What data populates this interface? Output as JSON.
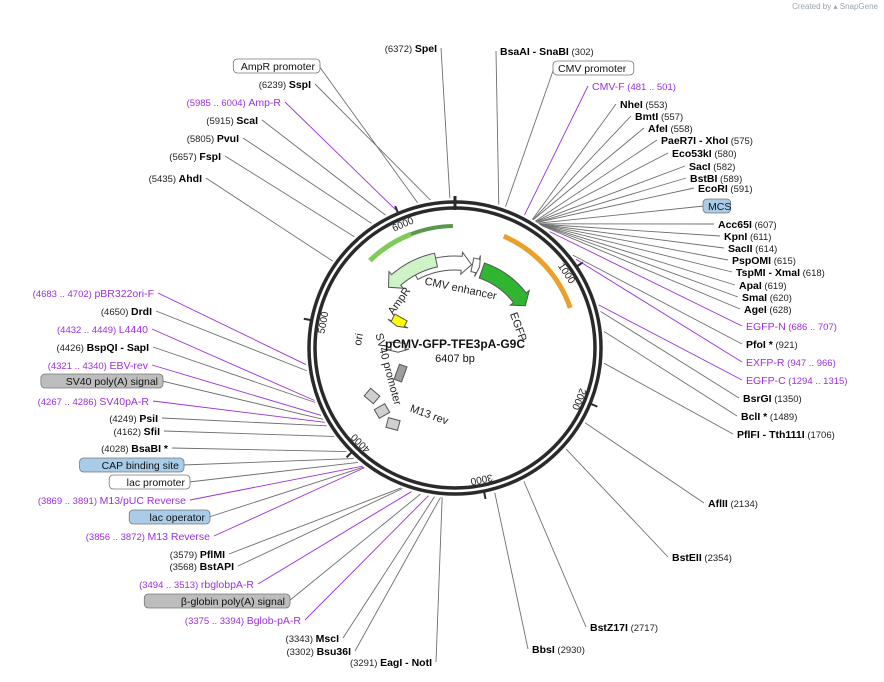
{
  "header": {
    "created_by": "Created by",
    "brand": "SnapGene"
  },
  "plasmid": {
    "name": "pCMV-GFP-TFE3pA-G9C",
    "length": "6407 bp",
    "total_bp": 6407
  },
  "colors": {
    "backbone": "#2a2a2a",
    "leader": "#6f6f6f",
    "primer": "#9b30d9",
    "green": "#2fb52f",
    "light_green": "#cdf3c6",
    "yellow": "#ffff00",
    "orange": "#f4a72a",
    "blue_feature": "#a9cde9",
    "gray_feature": "#9e9e9e"
  },
  "ticks": [
    {
      "label": "1000",
      "bp": 1000
    },
    {
      "label": "2000",
      "bp": 2000
    },
    {
      "label": "3000",
      "bp": 3000
    },
    {
      "label": "4000",
      "bp": 4000
    },
    {
      "label": "5000",
      "bp": 5000
    },
    {
      "label": "6000",
      "bp": 6000
    }
  ],
  "features": [
    {
      "name": "CMV enhancer",
      "start": 5900,
      "end": 200,
      "color": "white",
      "type": "arrow"
    },
    {
      "name": "CMV promoter",
      "start": 210,
      "end": 300,
      "color": "white",
      "type": "arrow"
    },
    {
      "name": "EGFP",
      "start": 340,
      "end": 1050,
      "color": "green",
      "type": "arrow"
    },
    {
      "name": "AmpR",
      "start": 5560,
      "end": 6190,
      "color": "light_green",
      "type": "arrow_rev"
    },
    {
      "name": "ori",
      "start": 5170,
      "end": 5330,
      "color": "yellow",
      "type": "arrow_rev"
    },
    {
      "name": "SV40 promoter",
      "start": 4730,
      "end": 4900,
      "color": "white",
      "type": "arrow_rev"
    },
    {
      "name": "M13 rev",
      "start": 4330,
      "end": 4400,
      "color": "gray",
      "type": "box"
    }
  ],
  "labels_left": [
    {
      "pos": "(6372)",
      "name": "SpeI",
      "kind": "enzyme"
    },
    {
      "name": "AmpR promoter",
      "kind": "box_white"
    },
    {
      "pos": "(6239)",
      "name": "SspI",
      "kind": "enzyme"
    },
    {
      "range": "(5985 .. 6004)",
      "name": "Amp-R",
      "kind": "primer"
    },
    {
      "pos": "(5915)",
      "name": "ScaI",
      "kind": "enzyme"
    },
    {
      "pos": "(5805)",
      "name": "PvuI",
      "kind": "enzyme"
    },
    {
      "pos": "(5657)",
      "name": "FspI",
      "kind": "enzyme"
    },
    {
      "pos": "(5435)",
      "name": "AhdI",
      "kind": "enzyme"
    },
    {
      "range": "(4683 .. 4702)",
      "name": "pBR322ori-F",
      "kind": "primer"
    },
    {
      "pos": "(4650)",
      "name": "DrdI",
      "kind": "enzyme"
    },
    {
      "range": "(4432 .. 4449)",
      "name": "L4440",
      "kind": "primer"
    },
    {
      "pos": "(4426)",
      "name": "BspQI",
      "name2": "SapI",
      "kind": "enzyme"
    },
    {
      "range": "(4321 .. 4340)",
      "name": "EBV-rev",
      "kind": "primer"
    },
    {
      "name": "SV40 poly(A) signal",
      "kind": "box_gray"
    },
    {
      "range": "(4267 .. 4286)",
      "name": "SV40pA-R",
      "kind": "primer"
    },
    {
      "pos": "(4249)",
      "name": "PsiI",
      "kind": "enzyme"
    },
    {
      "pos": "(4162)",
      "name": "SfiI",
      "kind": "enzyme"
    },
    {
      "pos": "(4028)",
      "name": "BsaBI *",
      "kind": "enzyme"
    },
    {
      "name": "CAP binding site",
      "kind": "box_blue"
    },
    {
      "name": "lac promoter",
      "kind": "box_white"
    },
    {
      "range": "(3869 .. 3891)",
      "name": "M13/pUC Reverse",
      "kind": "primer"
    },
    {
      "name": "lac operator",
      "kind": "box_blue"
    },
    {
      "range": "(3856 .. 3872)",
      "name": "M13 Reverse",
      "kind": "primer"
    },
    {
      "pos": "(3579)",
      "name": "PflMI",
      "kind": "enzyme"
    },
    {
      "pos": "(3568)",
      "name": "BstAPI",
      "kind": "enzyme"
    },
    {
      "range": "(3494 .. 3513)",
      "name": "rbglobpA-R",
      "kind": "primer"
    },
    {
      "name": "β-globin poly(A) signal",
      "kind": "box_gray"
    },
    {
      "range": "(3375 .. 3394)",
      "name": "Bglob-pA-R",
      "kind": "primer"
    },
    {
      "pos": "(3343)",
      "name": "MscI",
      "kind": "enzyme"
    },
    {
      "pos": "(3302)",
      "name": "Bsu36I",
      "kind": "enzyme"
    },
    {
      "pos": "(3291)",
      "name": "EagI",
      "name2": "NotI",
      "kind": "enzyme"
    }
  ],
  "labels_right": [
    {
      "name": "BsaAI",
      "name2": "SnaBI",
      "pos": "(302)",
      "kind": "enzyme"
    },
    {
      "name": "CMV promoter",
      "kind": "box_white"
    },
    {
      "name": "CMV-F",
      "range": "(481 .. 501)",
      "kind": "primer"
    },
    {
      "name": "NheI",
      "pos": "(553)",
      "kind": "enzyme"
    },
    {
      "name": "BmtI",
      "pos": "(557)",
      "kind": "enzyme"
    },
    {
      "name": "AfeI",
      "pos": "(558)",
      "kind": "enzyme"
    },
    {
      "name": "PaeR7I",
      "name2": "XhoI",
      "pos": "(575)",
      "kind": "enzyme"
    },
    {
      "name": "Eco53kI",
      "pos": "(580)",
      "kind": "enzyme"
    },
    {
      "name": "SacI",
      "pos": "(582)",
      "kind": "enzyme"
    },
    {
      "name": "BstBI",
      "pos": "(589)",
      "kind": "enzyme"
    },
    {
      "name": "EcoRI",
      "pos": "(591)",
      "kind": "enzyme"
    },
    {
      "name": "MCS",
      "kind": "box_blue"
    },
    {
      "name": "Acc65I",
      "pos": "(607)",
      "kind": "enzyme"
    },
    {
      "name": "KpnI",
      "pos": "(611)",
      "kind": "enzyme"
    },
    {
      "name": "SacII",
      "pos": "(614)",
      "kind": "enzyme"
    },
    {
      "name": "PspOMI",
      "pos": "(615)",
      "kind": "enzyme"
    },
    {
      "name": "TspMI",
      "name2": "XmaI",
      "pos": "(618)",
      "kind": "enzyme"
    },
    {
      "name": "ApaI",
      "pos": "(619)",
      "kind": "enzyme"
    },
    {
      "name": "SmaI",
      "pos": "(620)",
      "kind": "enzyme"
    },
    {
      "name": "AgeI",
      "pos": "(628)",
      "kind": "enzyme"
    },
    {
      "name": "EGFP-N",
      "range": "(686 .. 707)",
      "kind": "primer"
    },
    {
      "name": "PfoI *",
      "pos": "(921)",
      "kind": "enzyme"
    },
    {
      "name": "EXFP-R",
      "range": "(947 .. 966)",
      "kind": "primer"
    },
    {
      "name": "EGFP-C",
      "range": "(1294 .. 1315)",
      "kind": "primer"
    },
    {
      "name": "BsrGI",
      "pos": "(1350)",
      "kind": "enzyme"
    },
    {
      "name": "BclI *",
      "pos": "(1489)",
      "kind": "enzyme"
    },
    {
      "name": "PflFI",
      "name2": "Tth111I",
      "pos": "(1706)",
      "kind": "enzyme"
    },
    {
      "name": "AflII",
      "pos": "(2134)",
      "kind": "enzyme"
    },
    {
      "name": "BstEII",
      "pos": "(2354)",
      "kind": "enzyme"
    },
    {
      "name": "BstZ17I",
      "pos": "(2717)",
      "kind": "enzyme"
    },
    {
      "name": "BbsI",
      "pos": "(2930)",
      "kind": "enzyme"
    }
  ]
}
